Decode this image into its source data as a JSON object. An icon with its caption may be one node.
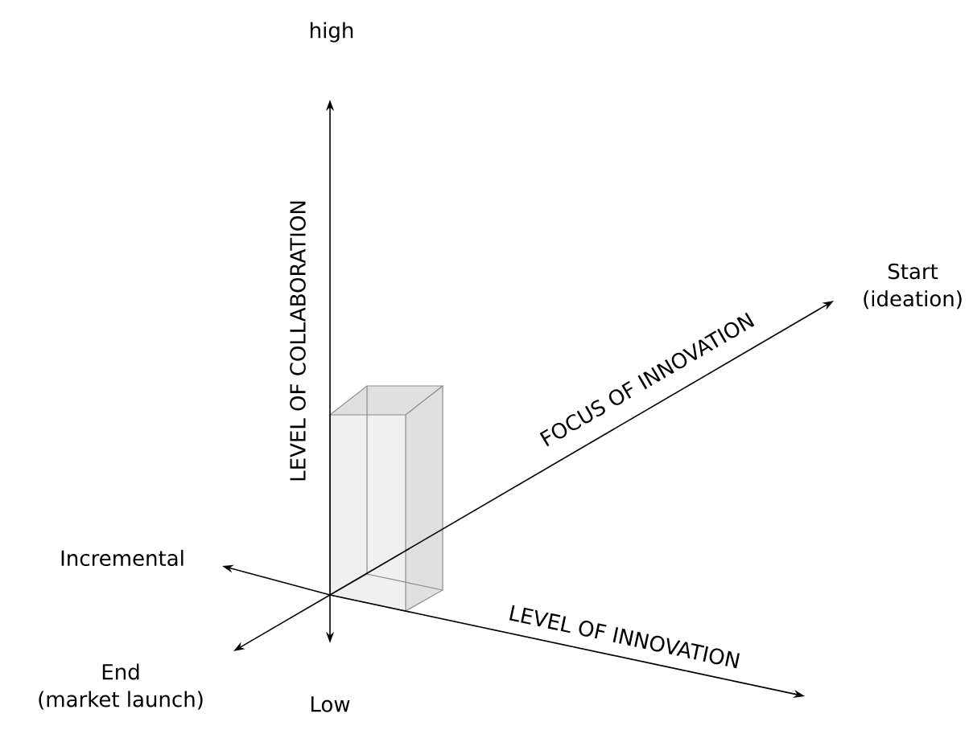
{
  "diagram": {
    "labels": [
      "high",
      "LEVEL OF COLLABORATION",
      "FOCUS OF INNOVATION",
      "Start (ideation)",
      "Incremental",
      "LEVEL OF INNOVATION",
      "End (market launch)",
      "Low"
    ]
  }
}
